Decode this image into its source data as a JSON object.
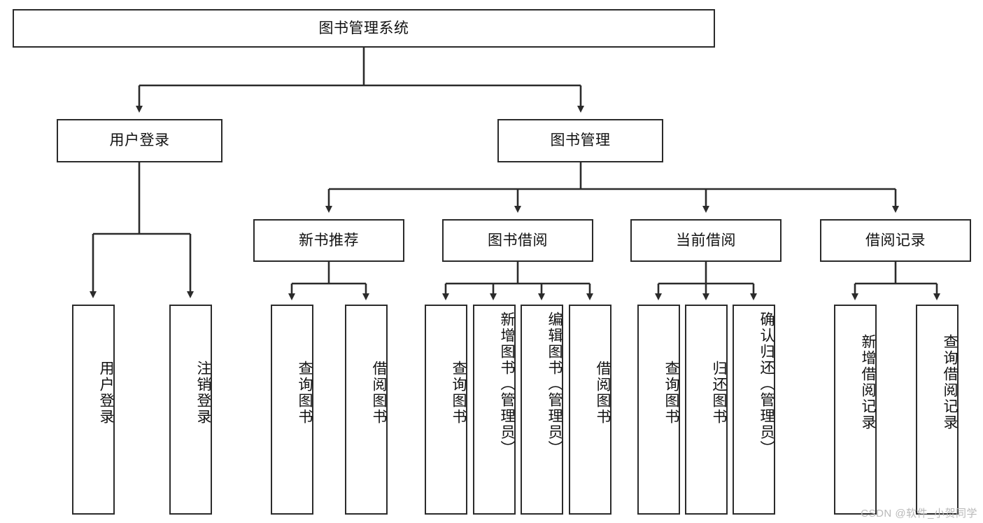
{
  "diagram": {
    "title": "图书管理系统",
    "type": "tree-hierarchy",
    "colors": {
      "box_border": "#2b2b2b",
      "box_fill": "#ffffff",
      "connector": "#2b2b2b",
      "text": "#111111",
      "watermark": "#b9b9b9"
    },
    "root": {
      "label": "图书管理系统"
    },
    "level2": [
      {
        "label": "用户登录"
      },
      {
        "label": "图书管理"
      }
    ],
    "level3": [
      {
        "label": "新书推荐"
      },
      {
        "label": "图书借阅"
      },
      {
        "label": "当前借阅"
      },
      {
        "label": "借阅记录"
      }
    ],
    "leaves": {
      "user_login": [
        {
          "label": "用户登录"
        },
        {
          "label": "注销登录"
        }
      ],
      "new_book_recommend": [
        {
          "label": "查询图书"
        },
        {
          "label": "借阅图书"
        }
      ],
      "book_borrow": [
        {
          "label": "查询图书"
        },
        {
          "label": "新增图书（管理员）"
        },
        {
          "label": "编辑图书（管理员）"
        },
        {
          "label": "借阅图书"
        }
      ],
      "current_borrow": [
        {
          "label": "查询图书"
        },
        {
          "label": "归还图书"
        },
        {
          "label": "确认归还（管理员）"
        }
      ],
      "borrow_records": [
        {
          "label": "新增借阅记录"
        },
        {
          "label": "查询借阅记录"
        }
      ]
    },
    "watermark": "CSDN @软件_小贺同学"
  }
}
